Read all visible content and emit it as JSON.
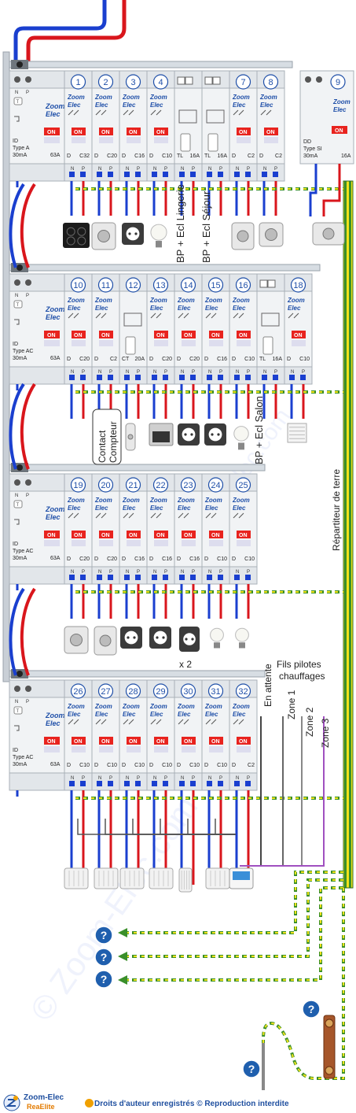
{
  "breaker": {
    "brand_line1": "Zoom",
    "brand_line2": "Elec",
    "on_label": "ON",
    "n_label": "N",
    "p_label": "P",
    "t_label": "T"
  },
  "rows": [
    {
      "rcd": {
        "line1": "ID",
        "line2": "Type A",
        "line3": "30mA",
        "rating": "63A"
      },
      "breakers": [
        {
          "num": "1",
          "curve": "D",
          "rating": "C32"
        },
        {
          "num": "2",
          "curve": "D",
          "rating": "C20"
        },
        {
          "num": "3",
          "curve": "D",
          "rating": "C16"
        },
        {
          "num": "4",
          "curve": "D",
          "rating": "C10"
        },
        {
          "num": "",
          "curve": "TL",
          "rating": "16A",
          "relay": true
        },
        {
          "num": "",
          "curve": "TL",
          "rating": "16A",
          "relay": true
        },
        {
          "num": "7",
          "curve": "D",
          "rating": "C2"
        },
        {
          "num": "8",
          "curve": "D",
          "rating": "C2"
        }
      ]
    },
    {
      "rcd": {
        "line1": "ID",
        "line2": "Type AC",
        "line3": "30mA",
        "rating": "63A"
      },
      "breakers": [
        {
          "num": "10",
          "curve": "D",
          "rating": "C20"
        },
        {
          "num": "11",
          "curve": "D",
          "rating": "C2"
        },
        {
          "num": "12",
          "curve": "CT",
          "rating": "20A",
          "relay": true
        },
        {
          "num": "13",
          "curve": "D",
          "rating": "C20"
        },
        {
          "num": "14",
          "curve": "D",
          "rating": "C20"
        },
        {
          "num": "15",
          "curve": "D",
          "rating": "C16"
        },
        {
          "num": "16",
          "curve": "D",
          "rating": "C10"
        },
        {
          "num": "",
          "curve": "TL",
          "rating": "16A",
          "relay": true
        },
        {
          "num": "18",
          "curve": "D",
          "rating": "C10"
        }
      ]
    },
    {
      "rcd": {
        "line1": "ID",
        "line2": "Type AC",
        "line3": "30mA",
        "rating": "63A"
      },
      "breakers": [
        {
          "num": "19",
          "curve": "D",
          "rating": "C20"
        },
        {
          "num": "20",
          "curve": "D",
          "rating": "C20"
        },
        {
          "num": "21",
          "curve": "D",
          "rating": "C16"
        },
        {
          "num": "22",
          "curve": "D",
          "rating": "C16"
        },
        {
          "num": "23",
          "curve": "D",
          "rating": "C16"
        },
        {
          "num": "24",
          "curve": "D",
          "rating": "C10"
        },
        {
          "num": "25",
          "curve": "D",
          "rating": "C10"
        }
      ]
    },
    {
      "rcd": {
        "line1": "ID",
        "line2": "Type AC",
        "line3": "30mA",
        "rating": "63A"
      },
      "breakers": [
        {
          "num": "26",
          "curve": "D",
          "rating": "C10"
        },
        {
          "num": "27",
          "curve": "D",
          "rating": "C10"
        },
        {
          "num": "28",
          "curve": "D",
          "rating": "C10"
        },
        {
          "num": "29",
          "curve": "D",
          "rating": "C10"
        },
        {
          "num": "30",
          "curve": "D",
          "rating": "C10"
        },
        {
          "num": "31",
          "curve": "D",
          "rating": "C10"
        },
        {
          "num": "32",
          "curve": "D",
          "rating": "C2"
        }
      ]
    }
  ],
  "si_breaker": {
    "num": "9",
    "line1": "DD",
    "line2": "Type SI",
    "line3": "30mA",
    "rating": "16A"
  },
  "labels": {
    "bp_lingerie": "BP + Ecl Lingerie",
    "bp_sejour": "BP + Ecl Séjour",
    "bp_salon": "BP + Ecl Salon",
    "contact_compteur": "Contact Compteur",
    "x2": "x 2",
    "repartiteur": "Répartiteur de terre",
    "fils_pilotes_1": "Fils pilotes",
    "fils_pilotes_2": "chauffages",
    "en_attente": "En attente",
    "zone1": "Zone 1",
    "zone2": "Zone 2",
    "zone3": "Zone 3",
    "question": "?"
  },
  "footer": {
    "logo_top": "Zoom-Elec",
    "logo_sub": "ReaElite",
    "copyright": "Droits d'auteur enregistrés © Reproduction interdite"
  },
  "colors": {
    "phase_red": "#d9161c",
    "neutral_blue": "#1a3fcf",
    "earth_green": "#3a8f2a",
    "earth_yellow": "#f2e21a",
    "on_red": "#e8231e",
    "number_blue": "#1f4fa8"
  },
  "icons": {
    "row1": [
      "cooktop-icon",
      "washing-machine-icon",
      "socket-icon",
      "bulb-icon",
      "video-intercom-icon",
      "valve-icon",
      "chest-freezer-icon"
    ],
    "row2": [
      "tall-heater-icon",
      "oven-icon",
      "socket-icon",
      "socket-icon",
      "bulb-icon",
      "shutter-icon"
    ],
    "row3": [
      "dishwasher-icon",
      "dryer-icon",
      "socket-icon",
      "socket-icon",
      "din-socket-icon",
      "bulb-icon",
      "bulb-icon"
    ],
    "row4": [
      "radiator-icon",
      "radiator-icon",
      "radiator-icon",
      "radiator-icon",
      "towel-rail-icon",
      "radiator-icon",
      "thermostat-icon"
    ]
  }
}
